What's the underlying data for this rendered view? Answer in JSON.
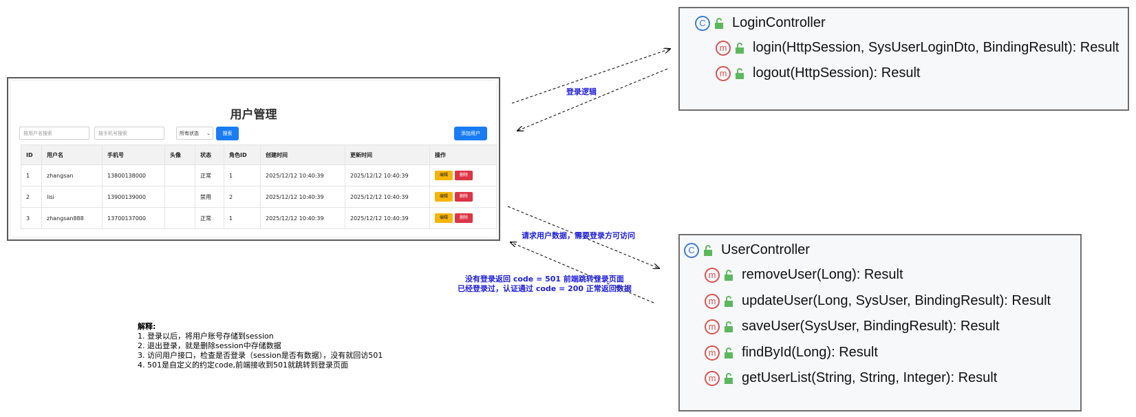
{
  "user_ui": {
    "title": "用户管理",
    "search_username_placeholder": "按用户名搜索",
    "search_phone_placeholder": "按手机号搜索",
    "status_filter": "所有状态",
    "search_button": "搜索",
    "add_user_button": "添加用户",
    "columns": [
      "ID",
      "用户名",
      "手机号",
      "头像",
      "状态",
      "角色ID",
      "创建时间",
      "更新时间",
      "操作"
    ],
    "rows": [
      [
        "1",
        "zhangsan",
        "13800138000",
        "",
        "正常",
        "1",
        "2025/12/12 10:40:39",
        "2025/12/12 10:40:39"
      ],
      [
        "2",
        "lisi",
        "13900139000",
        "",
        "禁用",
        "2",
        "2025/12/12 10:40:39",
        "2025/12/12 10:40:39"
      ],
      [
        "3",
        "zhangsan888",
        "13700137000",
        "",
        "正常",
        "1",
        "2025/12/12 10:40:39",
        "2025/12/12 10:40:39"
      ]
    ],
    "edit_label": "编辑",
    "delete_label": "删除"
  },
  "login_controller": {
    "class_name": "LoginController",
    "methods": [
      "login(HttpSession, SysUserLoginDto, BindingResult): Result",
      "logout(HttpSession): Result"
    ]
  },
  "user_controller": {
    "class_name": "UserController",
    "methods": [
      "removeUser(Long): Result",
      "updateUser(Long, SysUser, BindingResult): Result",
      "saveUser(SysUser, BindingResult): Result",
      "findById(Long): Result",
      "getUserList(String, String, Integer): Result"
    ]
  },
  "annotations": {
    "login_logic": "登录逻辑",
    "request_user_data": "请求用户数据，需要登录方可访问",
    "not_logged_in": "没有登录返回 code = 501  前端跳转登录页面",
    "logged_in": "已经登录过，认证通过 code = 200 正常返回数据"
  },
  "notes": {
    "title": "解释:",
    "items": [
      "1. 登录以后，将用户账号存储到session",
      "2. 退出登录，就是删除session中存储数据",
      "3. 访问用户接口，检查是否登录（session是否有数据），没有就回访501",
      "4. 501是自定义的约定code,前端接收到501就跳转到登录页面"
    ]
  },
  "colors": {
    "primary_button": "#1a7cf5",
    "edit_button": "#f5b50a",
    "delete_button": "#dc3545",
    "annotation_text": "#1e1ed8",
    "class_icon": "#3b7dd8",
    "method_icon": "#d9534f",
    "lock_icon": "#5cb85c"
  },
  "icons": {
    "class_icon": "class-c-icon",
    "method_icon": "method-m-icon",
    "access_icon": "unlocked-padlock-icon"
  }
}
